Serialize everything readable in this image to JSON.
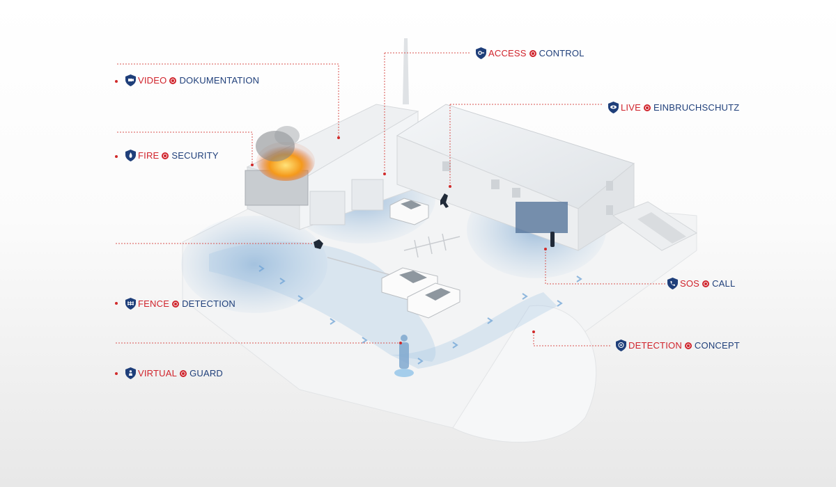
{
  "colors": {
    "accent_red": "#d0232b",
    "navy": "#1f3f7a",
    "zone_blue": "#8fb8dc",
    "building": "#f0f2f4"
  },
  "labels": [
    {
      "id": "video",
      "word1": "VIDEO",
      "word2": "DOKUMENTATION",
      "icon": "shield-camera-icon"
    },
    {
      "id": "access",
      "word1": "ACCESS",
      "word2": "CONTROL",
      "icon": "shield-key-icon"
    },
    {
      "id": "live",
      "word1": "LIVE",
      "word2": "EINBRUCHSCHUTZ",
      "icon": "shield-eye-icon"
    },
    {
      "id": "fire",
      "word1": "FIRE",
      "word2": "SECURITY",
      "icon": "shield-flame-icon"
    },
    {
      "id": "fence",
      "word1": "FENCE",
      "word2": "DETECTION",
      "icon": "shield-fence-icon"
    },
    {
      "id": "sos",
      "word1": "SOS",
      "word2": "CALL",
      "icon": "shield-phone-icon"
    },
    {
      "id": "detection",
      "word1": "DETECTION",
      "word2": "CONCEPT",
      "icon": "shield-radar-icon"
    },
    {
      "id": "virtual",
      "word1": "VIRTUAL",
      "word2": "GUARD",
      "icon": "shield-guard-icon"
    }
  ]
}
